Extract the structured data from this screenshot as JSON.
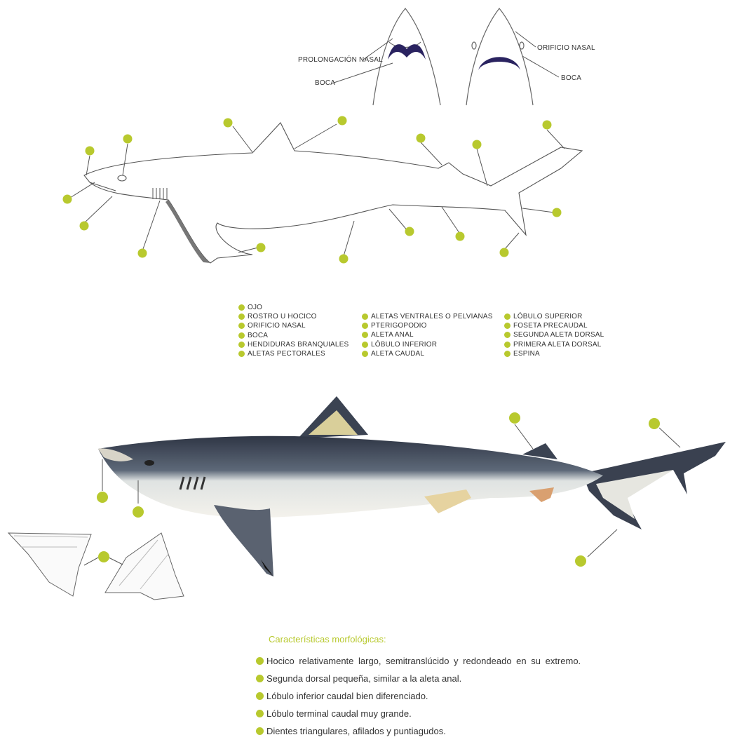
{
  "head_labels": {
    "prolongacion_nasal": "PROLONGACIÓN NASAL",
    "boca_left": "BOCA",
    "orificio_nasal": "ORIFICIO NASAL",
    "boca_right": "BOCA"
  },
  "legend": {
    "col1": [
      "OJO",
      "ROSTRO U HOCICO",
      "ORIFICIO NASAL",
      "BOCA",
      "HENDIDURAS BRANQUIALES",
      "ALETAS PECTORALES"
    ],
    "col2": [
      "ALETAS VENTRALES O PELVIANAS",
      "PTERIGOPODIO",
      "ALETA ANAL",
      "LÓBULO INFERIOR",
      "ALETA CAUDAL"
    ],
    "col3": [
      "LÓBULO SUPERIOR",
      "FOSETA PRECAUDAL",
      "SEGUNDA ALETA DORSAL",
      "PRIMERA ALETA DORSAL",
      "ESPINA"
    ]
  },
  "characteristics": {
    "title": "Características morfológicas:",
    "items": [
      "Hocico relativamente largo, semitranslúcido y redondeado en su extremo.",
      "Segunda dorsal pequeña, similar a la aleta anal.",
      "Lóbulo inferior caudal bien diferenciado.",
      "Lóbulo terminal caudal muy grande.",
      "Dientes triangulares, afilados y puntiagudos."
    ]
  },
  "colors": {
    "accent": "#b8c92e",
    "line": "#555555",
    "shark_dark": "#3b4352",
    "shark_light": "#eef0ee"
  }
}
